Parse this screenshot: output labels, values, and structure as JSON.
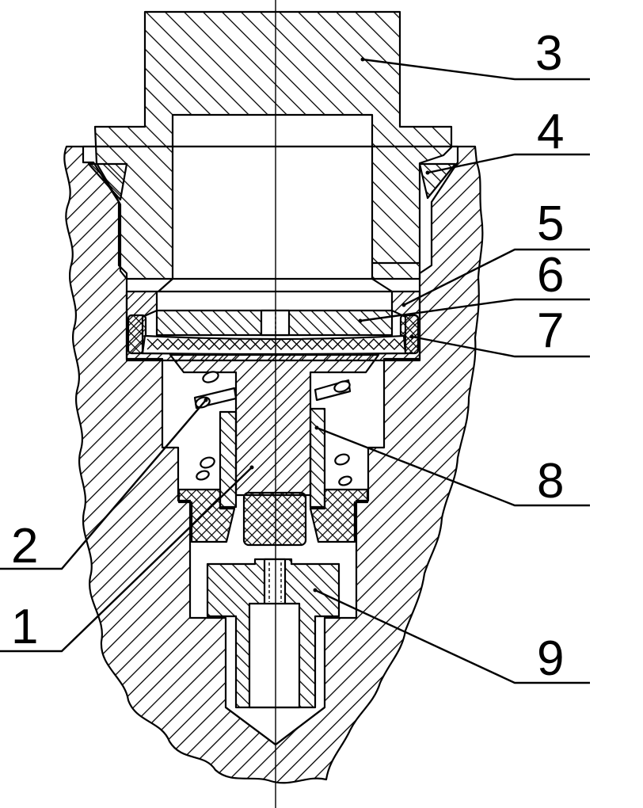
{
  "labels": {
    "part_1": "1",
    "part_2": "2",
    "part_3": "3",
    "part_4": "4",
    "part_5": "5",
    "part_6": "6",
    "part_7": "7",
    "part_8": "8",
    "part_9": "9"
  },
  "colors": {
    "line": "#000000",
    "background": "#ffffff"
  }
}
